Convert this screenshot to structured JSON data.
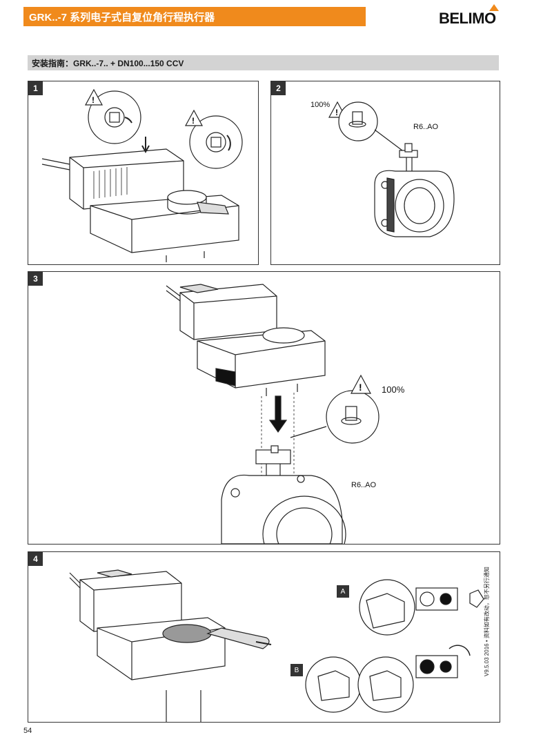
{
  "header": {
    "title": "GRK..-7 系列电子式自复位角行程执行器",
    "logo_text": "BELIMO",
    "accent_color": "#f08a1c"
  },
  "section": {
    "heading": "安装指南：GRK..-7.. + DN100...150 CCV"
  },
  "panels": [
    {
      "number": "1"
    },
    {
      "number": "2",
      "percent_label": "100%",
      "valve_label": "R6..AO"
    },
    {
      "number": "3",
      "percent_label": "100%",
      "valve_label": "R6..AO"
    },
    {
      "number": "4",
      "option_a": "A",
      "option_b": "B"
    }
  ],
  "footer": {
    "page_number": "54",
    "side_note": "V9.5.03 2016 • 资料如有改动，恕不另行通知"
  }
}
